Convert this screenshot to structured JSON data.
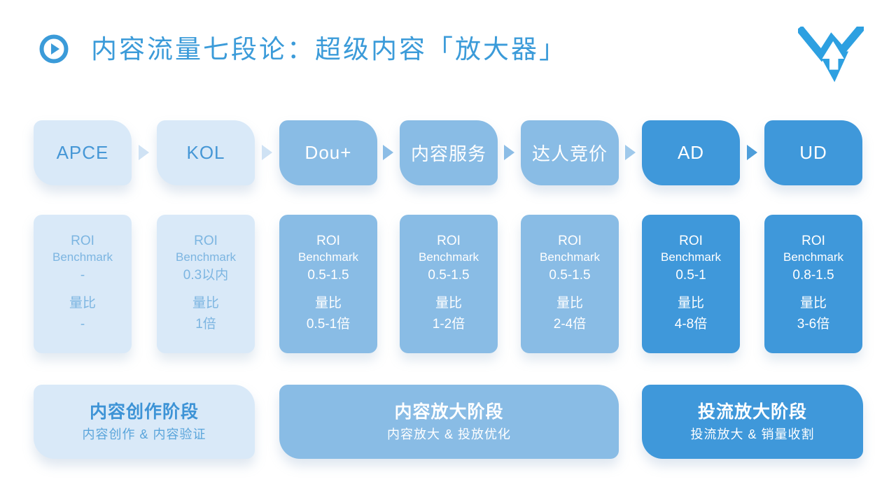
{
  "palette": {
    "accent": "#3b9bd9",
    "box_light": "#d9e9f8",
    "box_mid": "#89bce5",
    "box_dark": "#3f98da",
    "text_on_light": "#4697d6",
    "card_light_text": "#7cb5e1",
    "text_on_dark": "#ffffff",
    "arrow_light": "#cfe2f4",
    "arrow_mid": "#8cbde6",
    "arrow_soft": "#9fc9eb",
    "arrow_dark": "#4e9eda",
    "logo_blue": "#2da0e1"
  },
  "header": {
    "title": "内容流量七段论：超级内容「放大器」"
  },
  "stages": [
    {
      "label": "APCE"
    },
    {
      "label": "KOL"
    },
    {
      "label": "Dou+"
    },
    {
      "label": "内容服务"
    },
    {
      "label": "达人竞价"
    },
    {
      "label": "AD"
    },
    {
      "label": "UD"
    }
  ],
  "metrics": {
    "roi_label": "ROI",
    "benchmark_label": "Benchmark",
    "ratio_label": "量比",
    "cards": [
      {
        "benchmark": "-",
        "ratio": "-"
      },
      {
        "benchmark": "0.3以内",
        "ratio": "1倍"
      },
      {
        "benchmark": "0.5-1.5",
        "ratio": "0.5-1倍"
      },
      {
        "benchmark": "0.5-1.5",
        "ratio": "1-2倍"
      },
      {
        "benchmark": "0.5-1.5",
        "ratio": "2-4倍"
      },
      {
        "benchmark": "0.5-1",
        "ratio": "4-8倍"
      },
      {
        "benchmark": "0.8-1.5",
        "ratio": "3-6倍"
      }
    ]
  },
  "phases": [
    {
      "title": "内容创作阶段",
      "subtitle": "内容创作 & 内容验证"
    },
    {
      "title": "内容放大阶段",
      "subtitle": "内容放大 & 投放优化"
    },
    {
      "title": "投流放大阶段",
      "subtitle": "投流放大 & 销量收割"
    }
  ]
}
